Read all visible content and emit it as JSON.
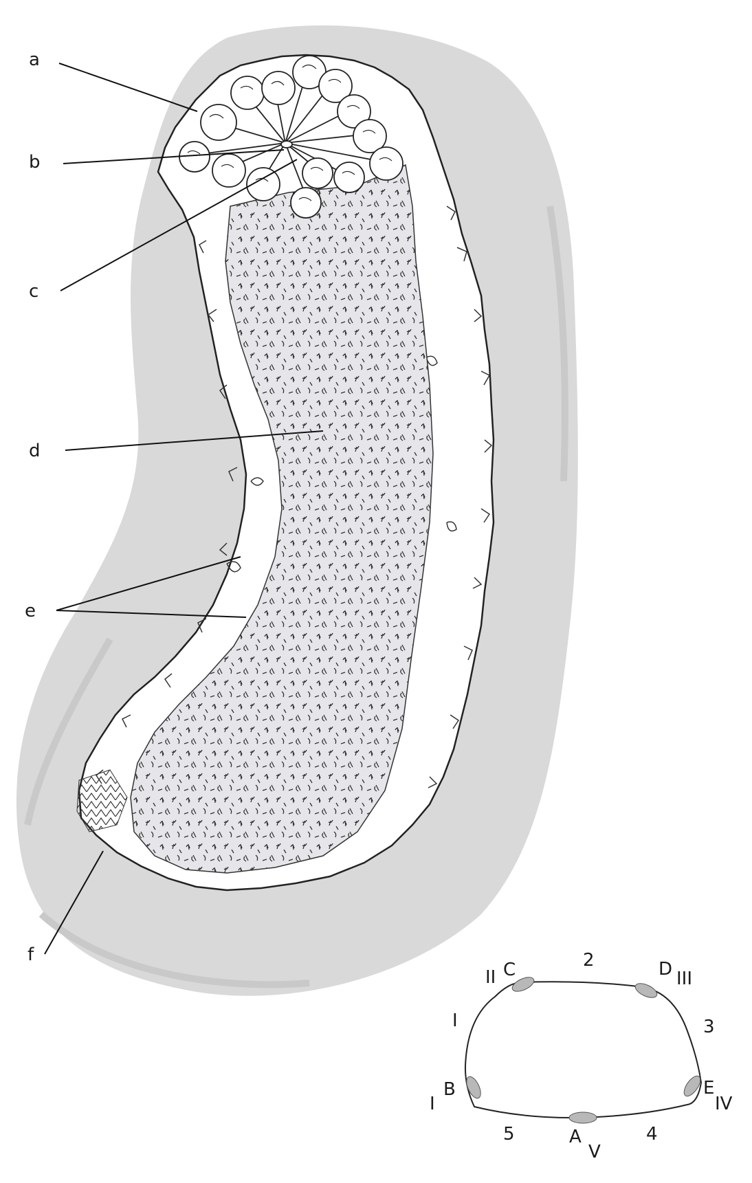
{
  "specimen_labels": {
    "a": "a",
    "b": "b",
    "c": "c",
    "d": "d",
    "e": "e",
    "f": "f"
  },
  "cross_section": {
    "ambulacra": {
      "A": "A",
      "B": "B",
      "C": "C",
      "D": "D",
      "E": "E"
    },
    "roman": {
      "I_upper": "I",
      "I_lower": "I",
      "II": "II",
      "III": "III",
      "IV": "IV",
      "V": "V"
    },
    "interambulacra": {
      "n2": "2",
      "n3": "3",
      "n4": "4",
      "n5": "5"
    }
  },
  "colors": {
    "background_shadow": "#d9d9d9",
    "body_wall": "#ffffff",
    "sole": "#e6e6ea",
    "ink": "#1a1a1a"
  }
}
